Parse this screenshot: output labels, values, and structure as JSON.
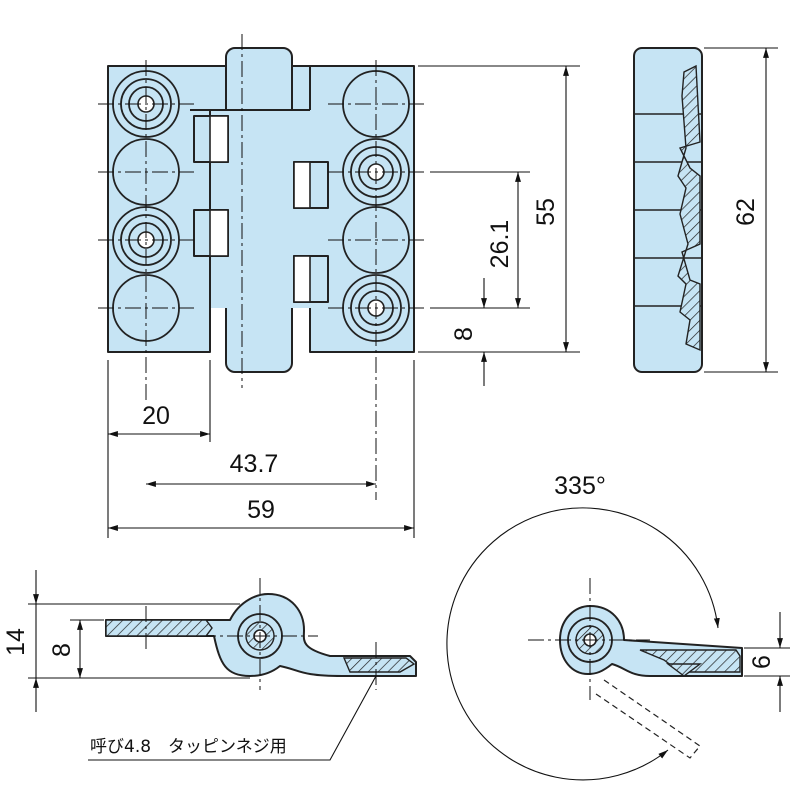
{
  "dimensions": {
    "height_55": "55",
    "pitch_26_1": "26.1",
    "offset_8": "8",
    "height_62": "62",
    "width_20": "20",
    "width_43_7": "43.7",
    "width_59": "59",
    "thickness_14": "14",
    "thickness_8": "8",
    "thickness_6": "6",
    "angle_335": "335°"
  },
  "notes": {
    "screw_note": "呼び4.8　タッピンネジ用"
  }
}
